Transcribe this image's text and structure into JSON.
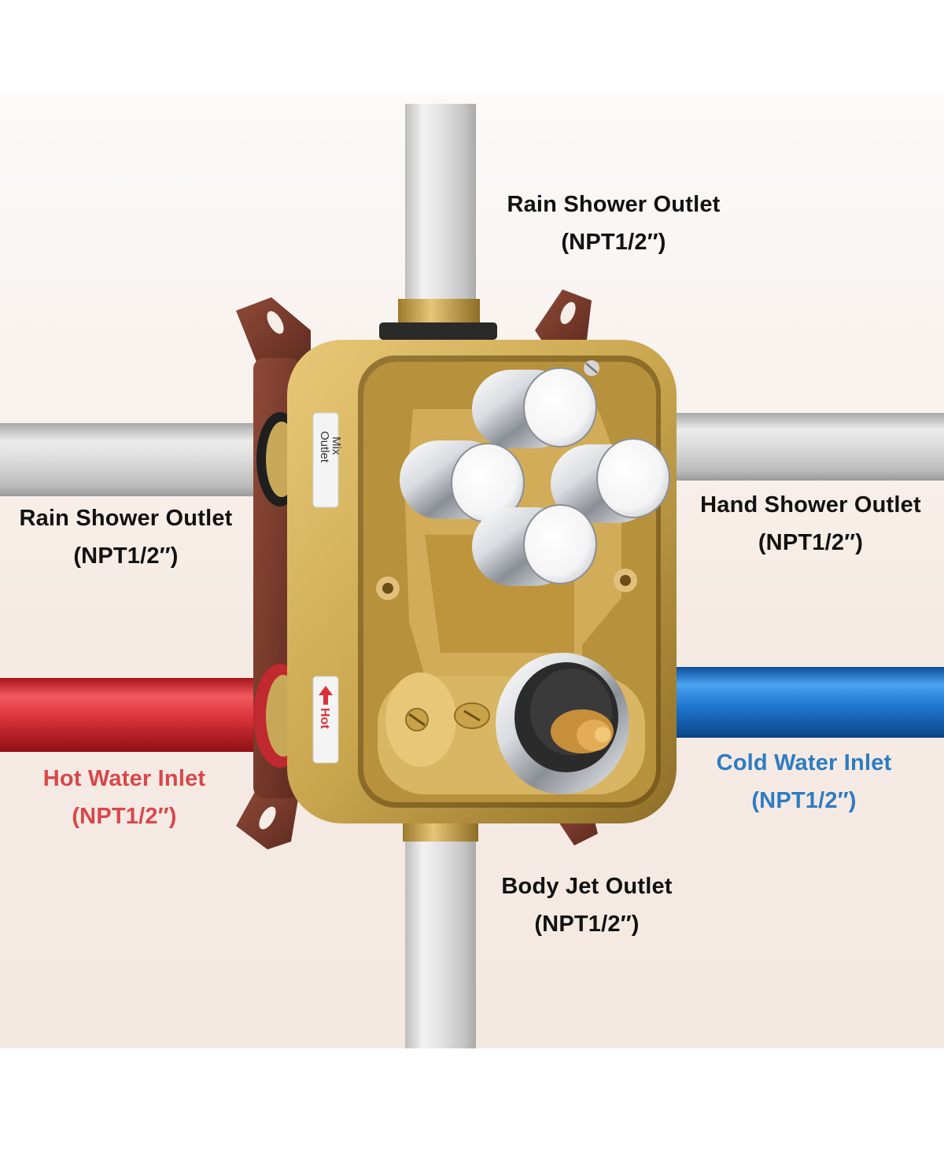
{
  "labels": {
    "top": {
      "title": "Rain Shower Outlet",
      "size": "(NPT1/2″)"
    },
    "left": {
      "title": "Rain Shower Outlet",
      "size": "(NPT1/2″)"
    },
    "right": {
      "title": "Hand Shower Outlet",
      "size": "(NPT1/2″)"
    },
    "hot": {
      "title": "Hot Water Inlet",
      "size": "(NPT1/2″)"
    },
    "cold": {
      "title": "Cold Water Inlet",
      "size": "(NPT1/2″)"
    },
    "bottom": {
      "title": "Body Jet Outlet",
      "size": "(NPT1/2″)"
    }
  },
  "stickers": {
    "outlet_mix_line1": "Outlet",
    "outlet_mix_line2": "Mix",
    "hot": "Hot"
  },
  "colors": {
    "hot_label": "#d8474b",
    "cold_label": "#2e7cc2",
    "hot_pipe": "#d9323a",
    "cold_pipe": "#1f78d1",
    "valve_body": "#c9a64e",
    "mounting_frame": "#7a3a2c"
  },
  "icons": {
    "hot_arrow": "arrow-up-icon",
    "screws": "slot-screw-icon"
  }
}
